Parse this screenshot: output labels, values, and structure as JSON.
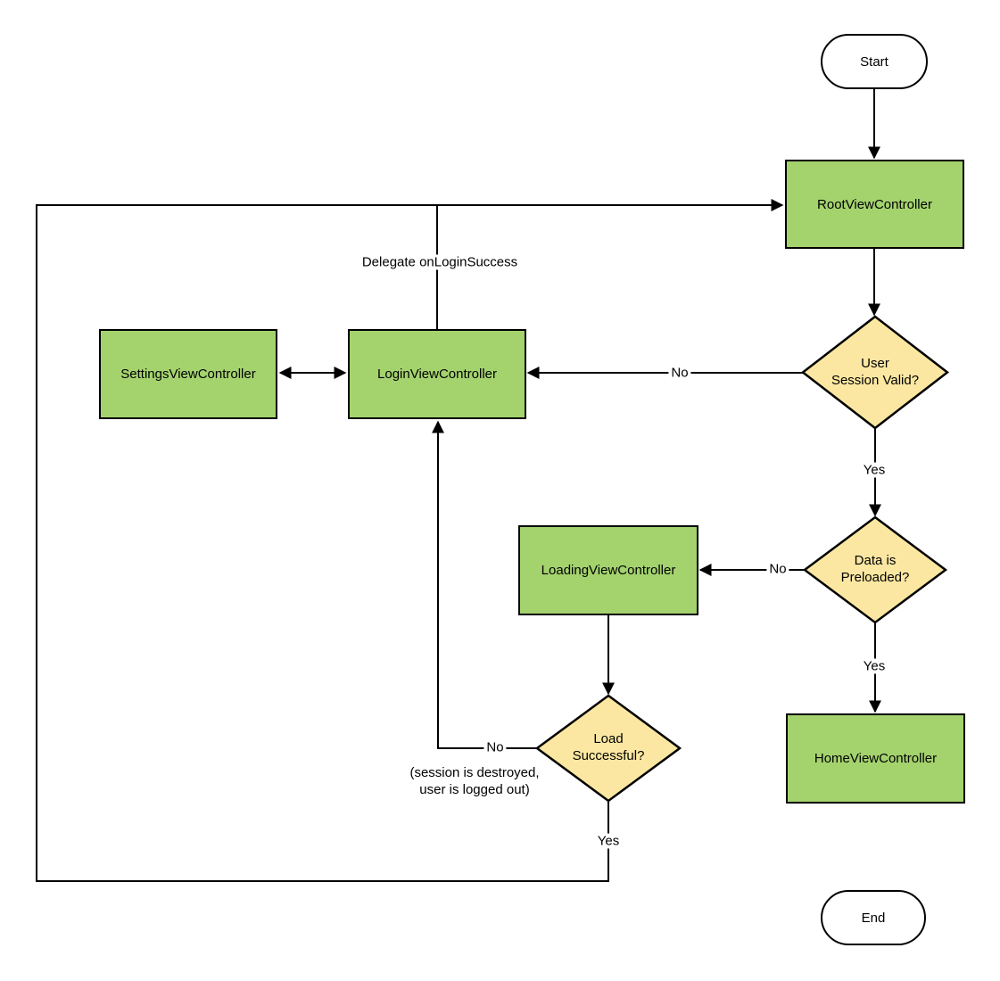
{
  "colors": {
    "process_fill": "#A4D36E",
    "decision_fill": "#FBE7A1",
    "terminator_fill": "#FFFFFF",
    "stroke_color": "#000000",
    "canvas_bg": "#FFFFFF"
  },
  "nodes": {
    "start": {
      "type": "terminator",
      "label": "Start"
    },
    "root": {
      "type": "process",
      "label": "RootViewController"
    },
    "session": {
      "type": "decision",
      "line1": "User",
      "line2": "Session Valid?"
    },
    "settings": {
      "type": "process",
      "label": "SettingsViewController"
    },
    "login": {
      "type": "process",
      "label": "LoginViewController"
    },
    "loading": {
      "type": "process",
      "label": "LoadingViewController"
    },
    "preloaded": {
      "type": "decision",
      "line1": "Data is",
      "line2": "Preloaded?"
    },
    "load": {
      "type": "decision",
      "line1": "Load",
      "line2": "Successful?"
    },
    "home": {
      "type": "process",
      "label": "HomeViewController"
    },
    "end": {
      "type": "terminator",
      "label": "End"
    }
  },
  "edges": {
    "delegate_label": "Delegate onLoginSuccess",
    "session_no": "No",
    "session_yes": "Yes",
    "preloaded_no": "No",
    "preloaded_yes": "Yes",
    "load_no": "No",
    "load_yes": "Yes",
    "load_no_note_line1": "(session is destroyed,",
    "load_no_note_line2": "user is logged out)"
  }
}
